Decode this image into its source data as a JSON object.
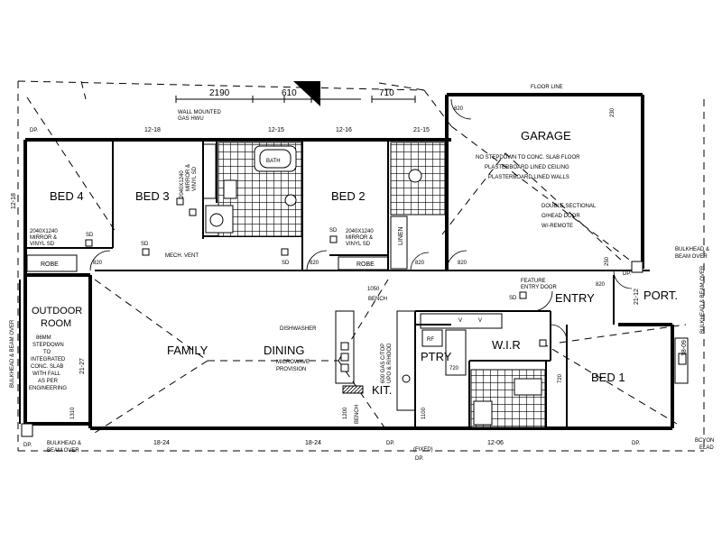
{
  "rooms": {
    "bed4": "BED 4",
    "bed3": "BED 3",
    "bed2": "BED 2",
    "bed1": "BED 1",
    "garage": "GARAGE",
    "family": "FAMILY",
    "dining": "DINING",
    "kit": "KIT.",
    "ptry": "PTRY",
    "wir": "W.I.R",
    "entry": "ENTRY",
    "port": "PORT.",
    "outdoor_line1": "OUTDOOR",
    "outdoor_line2": "ROOM",
    "robe_bed4": "ROBE",
    "robe_bed2": "ROBE",
    "linen": "LINEN",
    "bath": "BATH"
  },
  "dimensions": {
    "d2190": "2190",
    "d610": "610",
    "d710": "710",
    "d12_18_top": "12-18",
    "d12_15": "12-15",
    "d12_16": "12-16",
    "d21_15": "21-15",
    "d12_18_left": "12-18",
    "d18_24_a": "18-24",
    "d18_24_b": "18-24",
    "d12_06": "12-06",
    "d21_27": "21-27",
    "d21_12": "21-12",
    "d18_09": "18-09",
    "d1050": "1050",
    "d720": "720",
    "d1100": "1100",
    "d1200": "1200",
    "d1310": "1310",
    "d820_a": "820",
    "d820_b": "820",
    "d820_c": "820",
    "d820_d": "820",
    "d820_e": "820",
    "d820_f": "820",
    "d720_b": "720",
    "d230": "230",
    "d250": "250"
  },
  "notes": {
    "wall_gas_1": "WALL MOUNTED",
    "wall_gas_2": "GAS HWU",
    "floor_line": "FLOOR LINE",
    "garage_1": "NO STEPDOWN TO CONC. SLAB FLOOR",
    "garage_2": "PLASTERBOARD LINED CEILING",
    "garage_3": "PLASTERBOARD LINED WALLS",
    "garage_4": "DOUBLE SECTIONAL",
    "garage_5": "O/HEAD DOOR",
    "garage_6": "W/-REMOTE",
    "bed4_win_1": "2040X1240",
    "bed4_win_2": "MIRROR &",
    "bed4_win_3": "VINYL SD",
    "bed3_win_1": "2040X1240",
    "bed3_win_2": "MIRROR &",
    "bed3_win_3": "VINYL SD",
    "bed2_win_1": "2040X1240",
    "bed2_win_2": "MIRROR &",
    "bed2_win_3": "VINYL SD",
    "sd1": "SD",
    "sd2": "SD",
    "sd3": "SD",
    "sd4": "SD",
    "sd5": "SD",
    "mech_vent": "MECH. VENT",
    "dishwasher": "DISHWASHER",
    "microwave_1": "MICROWAVE",
    "microwave_2": "PROVISION",
    "cooktop_1": "600 GAS C/TOP",
    "cooktop_2": "UPO & R/HOOD",
    "bench_1": "BENCH",
    "bench_2": "BENCH",
    "feature_1": "FEATURE",
    "feature_2": "ENTRY DOOR",
    "outdoor_1": "86MM",
    "outdoor_2": "STEPDOWN",
    "outdoor_3": "TO",
    "outdoor_4": "INTEGRATED",
    "outdoor_5": "CONC. SLAB",
    "outdoor_6": "WITH FALL",
    "outdoor_7": "AS PER",
    "outdoor_8": "ENGINEERING",
    "bulkhead_left": "BULKHEAD & BEAM OVER",
    "bulkhead_bottom_1": "BULKHEAD &",
    "bulkhead_bottom_2": "BEAM OVER",
    "bulkhead_right_1": "BULKHEAD &",
    "bulkhead_right_2": "BEAM OVER",
    "bulkhead_vert_right": "BULKHEAD & BEAM OVER",
    "fixed": "(FIXED)",
    "rf": "RF",
    "v1": "V",
    "v2": "V",
    "dp1": "DP.",
    "dp2": "DP.",
    "dp3": "DP.",
    "dp4": "DP.",
    "dp5": "DP.",
    "dp6": "DP.",
    "bottom_right_1": "BCYON",
    "bottom_right_2": "ELAD"
  }
}
